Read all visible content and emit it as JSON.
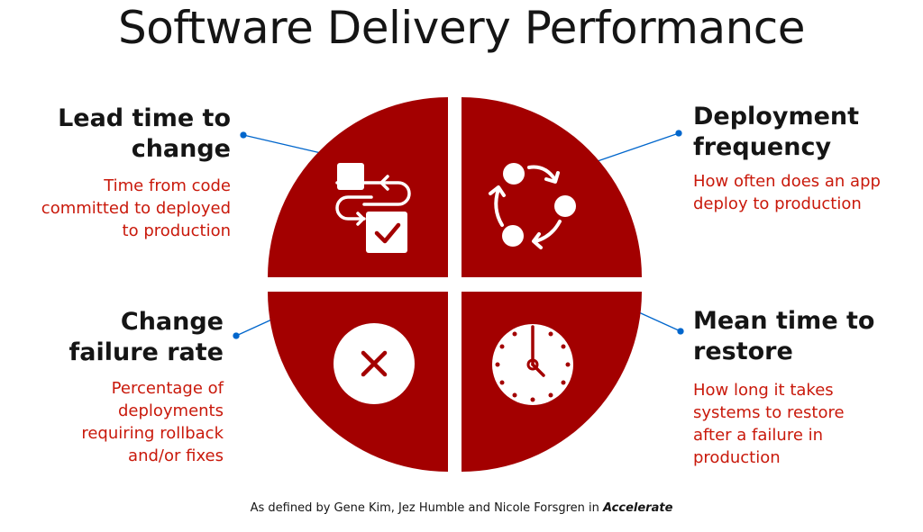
{
  "title": "Software Delivery Performance",
  "quadrants": [
    {
      "title": "Lead time to change",
      "title_lines": [
        "Lead time to",
        "change"
      ],
      "desc_lines": [
        "Time from code",
        "committed to deployed",
        "to production"
      ],
      "icon": "workflow-checklist-icon"
    },
    {
      "title": "Deployment frequency",
      "title_lines": [
        "Deployment",
        "frequency"
      ],
      "desc_lines": [
        "How often does an app",
        "deploy to production"
      ],
      "icon": "cycle-arrows-icon"
    },
    {
      "title": "Change failure rate",
      "title_lines": [
        "Change",
        "failure rate"
      ],
      "desc_lines": [
        "Percentage of",
        "deployments",
        "requiring rollback",
        "and/or fixes"
      ],
      "icon": "close-x-icon"
    },
    {
      "title": "Mean time to restore",
      "title_lines": [
        "Mean time to",
        "restore"
      ],
      "desc_lines": [
        "How long it takes",
        "systems to restore",
        "after a failure in",
        "production"
      ],
      "icon": "clock-icon"
    }
  ],
  "footer": {
    "prefix": "As defined by Gene Kim, Jez Humble and Nicole Forsgren in ",
    "book": "Accelerate"
  },
  "colors": {
    "accent": "#a30000",
    "text": "#151515",
    "desc": "#c9190b",
    "connector": "#0066cc"
  }
}
